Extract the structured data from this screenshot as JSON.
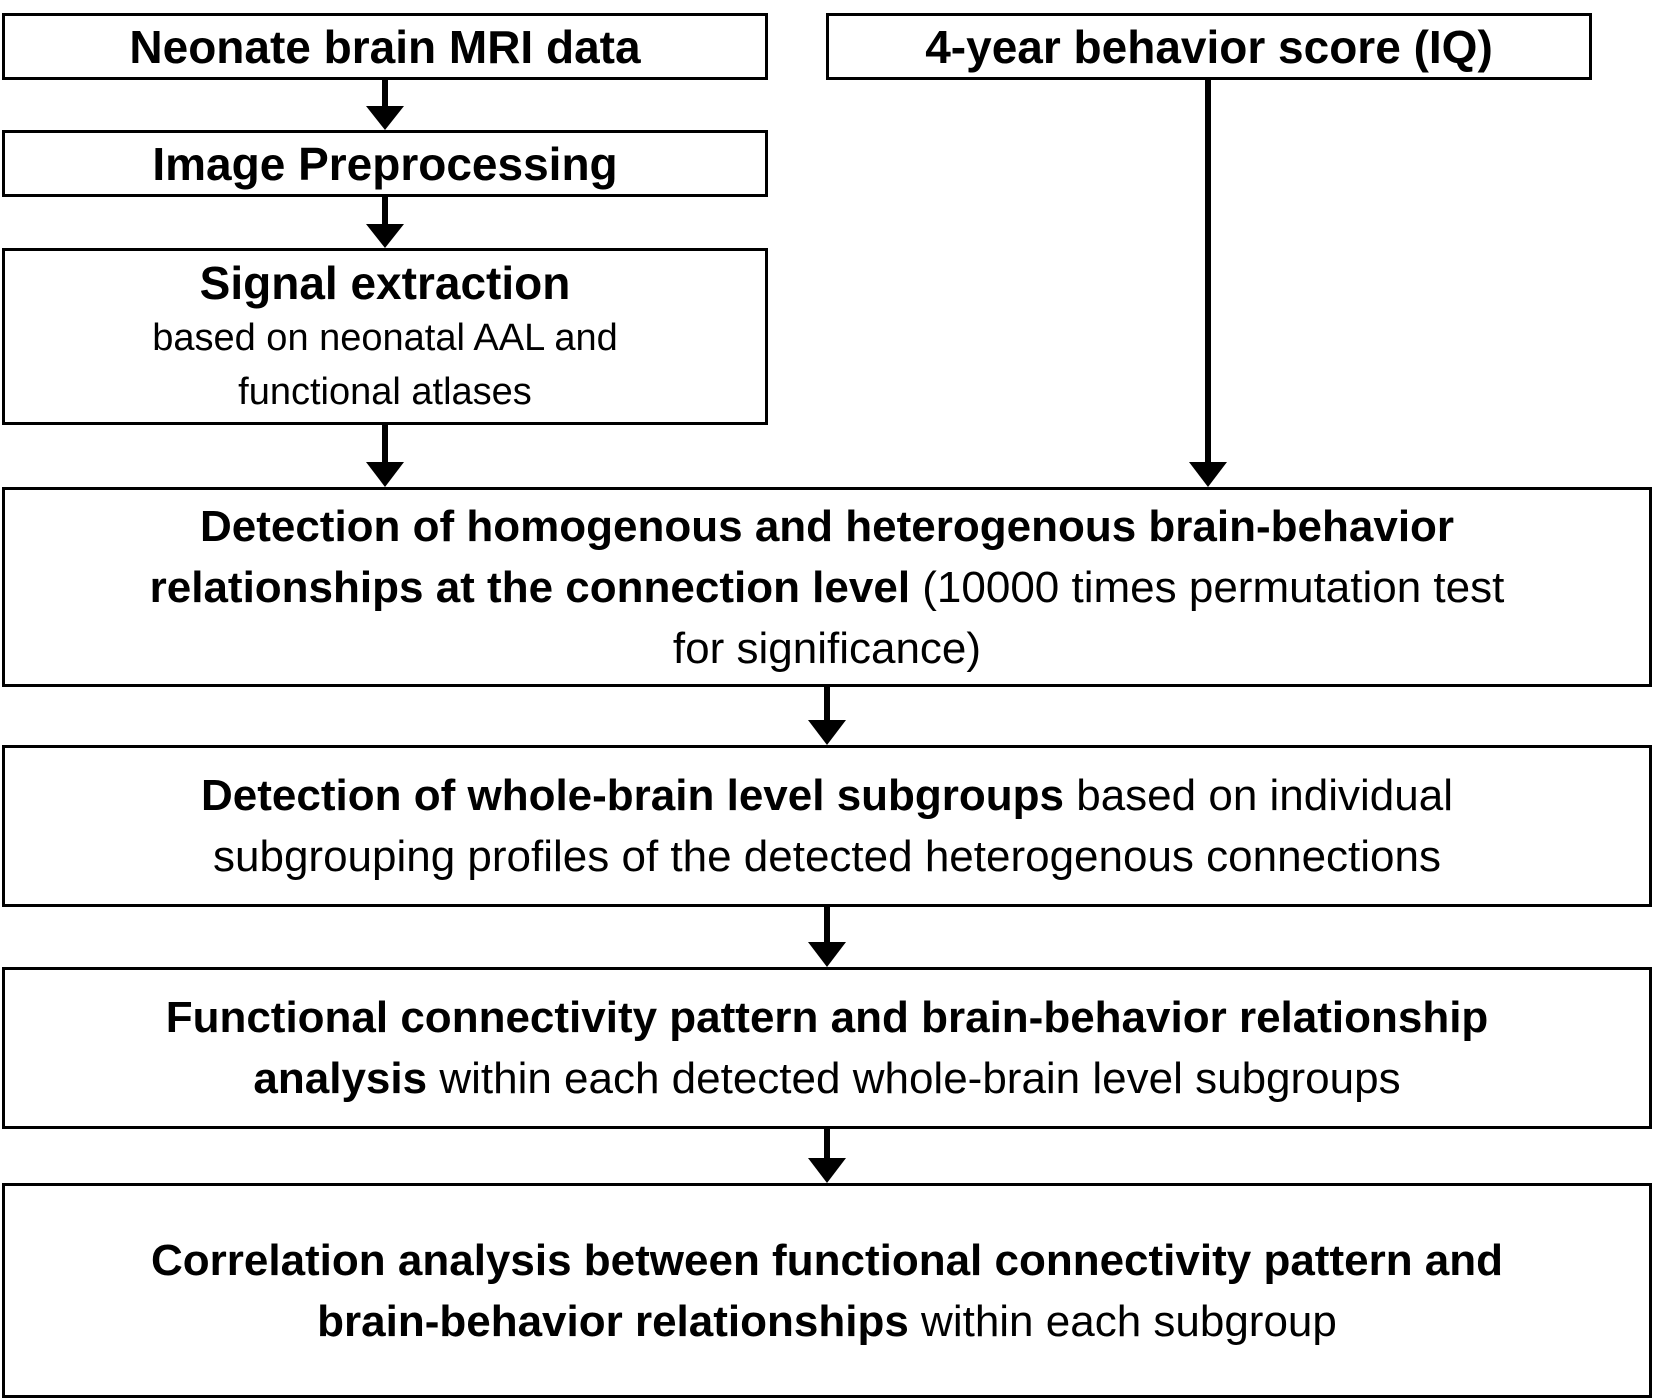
{
  "boxes": {
    "mri": {
      "text": "Neonate brain MRI data"
    },
    "iq": {
      "text": "4-year behavior score (IQ)"
    },
    "preprocessing": {
      "text": "Image Preprocessing"
    },
    "signal": {
      "title": "Signal extraction",
      "line1": "based on neonatal AAL and",
      "line2": "functional atlases"
    },
    "detection": {
      "line1": "Detection of homogenous and heterogenous brain-behavior",
      "line2_bold": "relationships at the connection level",
      "line2_normal": " (10000 times permutation test",
      "line3": "for significance)"
    },
    "subgroups": {
      "line1_bold": "Detection of whole-brain level subgroups",
      "line1_normal": " based on individual",
      "line2": "subgrouping profiles of the detected heterogenous connections"
    },
    "fc_analysis": {
      "line1": "Functional connectivity pattern and brain-behavior relationship",
      "line2_bold": "analysis",
      "line2_normal": " within each detected whole-brain level subgroups"
    },
    "correlation": {
      "line1": "Correlation analysis between functional connectivity pattern and",
      "line2_bold": "brain-behavior relationships",
      "line2_normal": " within each subgroup"
    }
  },
  "connections": [
    {
      "from": "mri",
      "to": "preprocessing"
    },
    {
      "from": "preprocessing",
      "to": "signal"
    },
    {
      "from": "signal",
      "to": "detection"
    },
    {
      "from": "iq",
      "to": "detection"
    },
    {
      "from": "detection",
      "to": "subgroups"
    },
    {
      "from": "subgroups",
      "to": "fc_analysis"
    },
    {
      "from": "fc_analysis",
      "to": "correlation"
    }
  ],
  "colors": {
    "stroke": "#000000",
    "background": "#ffffff"
  }
}
